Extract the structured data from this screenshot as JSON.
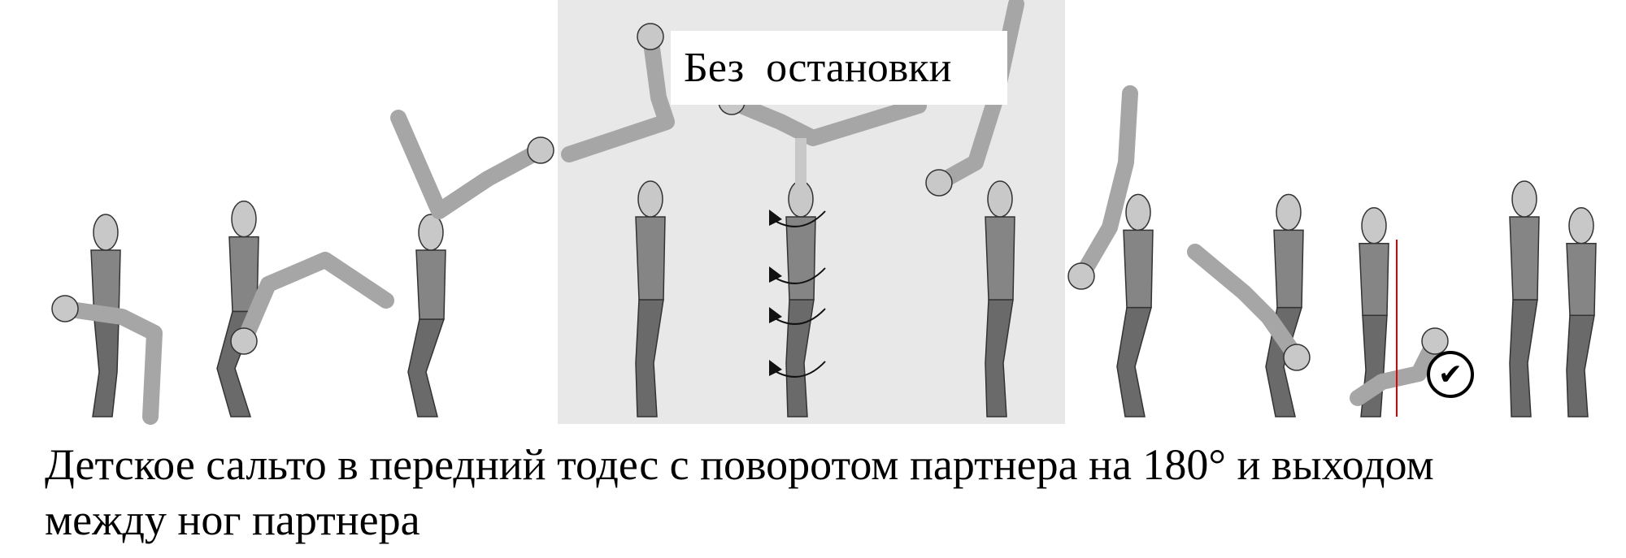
{
  "panel": {
    "label": "Без  остановки"
  },
  "caption": {
    "line1": "Детское сальто в передний тодес с поворотом партнера на 180° и выходом",
    "line2": "между ног партнера"
  },
  "icons": {
    "check": "✔",
    "rotation": "rotation-arrow-icon"
  },
  "colors": {
    "panel": "#e8e8e8",
    "partner": "#6a6a6a",
    "partner_torso": "#858585",
    "flyer": "#a6a6a6",
    "skin": "#c8c8c8",
    "guide_line": "#e00000"
  }
}
